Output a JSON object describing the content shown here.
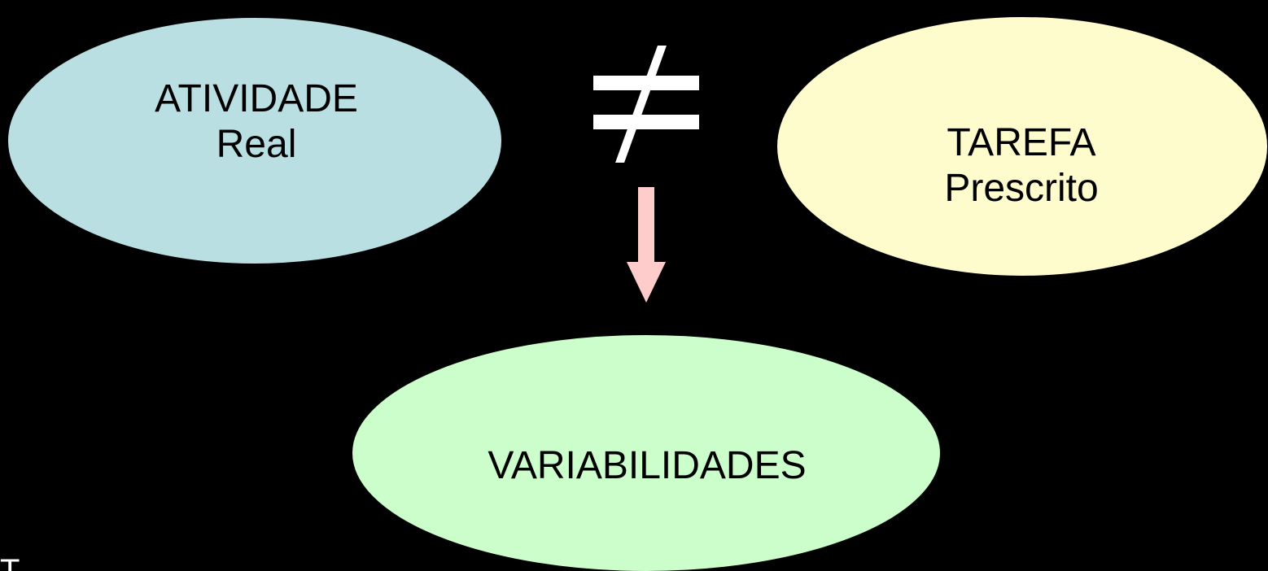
{
  "nodes": {
    "atividade": {
      "title": "ATIVIDADE",
      "subtitle": "Real",
      "fill": "#b9dfe2"
    },
    "tarefa": {
      "title": "TAREFA",
      "subtitle": "Prescrito",
      "fill": "#fefccc"
    },
    "variabilidades": {
      "title": "VARIABILIDADES",
      "fill": "#ccfecc"
    }
  },
  "relation": {
    "symbol": "not-equal-icon",
    "color": "#ffffff"
  },
  "arrow": {
    "icon": "arrow-down-icon",
    "color": "#ffcccc"
  },
  "corner_text": "T"
}
